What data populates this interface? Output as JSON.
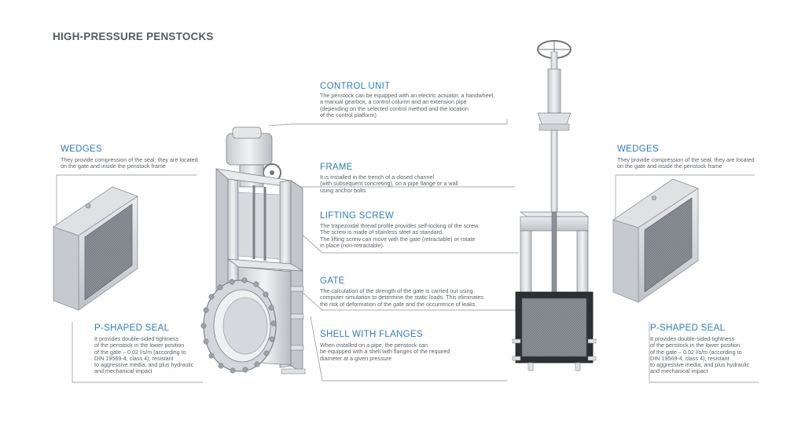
{
  "page": {
    "title": "HIGH-PRESSURE PENSTOCKS"
  },
  "callouts": {
    "control_unit": {
      "heading": "CONTROL UNIT",
      "text": "The penstock can be equipped with an electric actuator, a handwheel,\na manual gearbox, a control column and an extension pipe\n(depending on the selected control method and the location\nof the control platform)"
    },
    "frame": {
      "heading": "FRAME",
      "text": "It is installed in the trench of a closed channel\n(with subsequent concreting), on a pipe flange or a wall\nusing anchor bolts"
    },
    "lifting_screw": {
      "heading": "LIFTING SCREW",
      "text": "The trapezoidal thread profile provides self-locking of the screw.\nThe screw is made of stainless steel as standard.\nThe lifting screw can move with the gate (retractable) or rotate\nin place (non-retractable)."
    },
    "gate": {
      "heading": "GATE",
      "text": "The calculation of the strength of the gate is carried out using\ncomputer simulation to determine the static loads. This eliminates\nthe risk of deformation of the gate and the occurrence of leaks."
    },
    "shell": {
      "heading": "SHELL WITH FLANGES",
      "text": "When installed on a pipe, the penstock can\nbe equipped with a shell with flanges of the required\ndiameter at a given pressure"
    },
    "wedges_left": {
      "heading": "WEDGES",
      "text": "They provide compression of the seal; they are located\non the gate and inside the penstock frame"
    },
    "wedges_right": {
      "heading": "WEDGES",
      "text": "They provide compression of the seal; they are located\non the gate and inside the penstock frame"
    },
    "seal_left": {
      "heading": "P-SHAPED SEAL",
      "text": "It provides double-sided tightness\nof the penstock in the lower position\nof the gate – 0.02 l/s/m (according to\nDIN 19569-4, class 4), resistant\nto aggressive media, and plus hydraulic\nand mechanical impact"
    },
    "seal_right": {
      "heading": "P-SHAPED SEAL",
      "text": "It provides double-sided tightness\nof the penstock in the lower position\nof the gate – 0.02 l/s/m (according to\nDIN 19569-4, class 4), resistant\nto aggressive media, and plus hydraulic\nand mechanical impact"
    }
  }
}
